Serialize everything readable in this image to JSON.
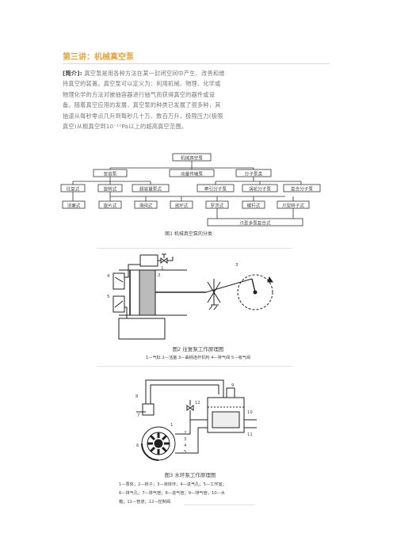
{
  "heading": "第三讲：机械真空泵",
  "intro": {
    "lead": "[简介]:",
    "text": " 真空泵是用各种方法在某一封闭空间中产生、改善和维持真空的装置。真空泵可以定义为：利用机械、物理、化学或物理化学的方法对被抽容器进行抽气而获得真空的器件或设备。随着真空应用的发展，真空泵的种类已发展了很多种，其抽速从每秒零点几升到每秒几十万、数百万升，极限压力(极限真空)从粗真空到10⁻¹²Pa以上的超高真空范围。"
  },
  "fig1": {
    "root": "机械真空泵",
    "level2": [
      "变容泵",
      "动量传输泵",
      "分子泵类"
    ],
    "level3": [
      "往复式",
      "旋转式",
      "超容量泵式",
      "牵引分子泵",
      "涡轮分子泵",
      "复合分子泵"
    ],
    "level4": [
      "活塞式",
      "旋片式",
      "滑阀式",
      "液环式",
      "罗茨式",
      "螺杆式",
      "爪型转子式"
    ],
    "combo": "爪型多泵复合式",
    "caption": "图1  机械真空泵的分类"
  },
  "fig2": {
    "labels": [
      "1",
      "2",
      "3",
      "4",
      "5"
    ],
    "caption": "图2  往复泵工作原理图",
    "legend": "1—气缸   2—活塞   3—曲柄连杆机构   4—排气阀   5—吸气阀"
  },
  "fig3": {
    "labels": [
      "1",
      "2",
      "3",
      "4",
      "5",
      "6",
      "7",
      "8",
      "9",
      "10",
      "11",
      "12"
    ],
    "caption": "图3   水环泵工作原理图",
    "legend": [
      "1—泵体；2—转子；3—液体环；4—进气孔；5—工作室；",
      "6—排气孔；7—排气管；8—进气管；9—排气管；10—水",
      "箱；11—管道；12—控制阀"
    ]
  }
}
